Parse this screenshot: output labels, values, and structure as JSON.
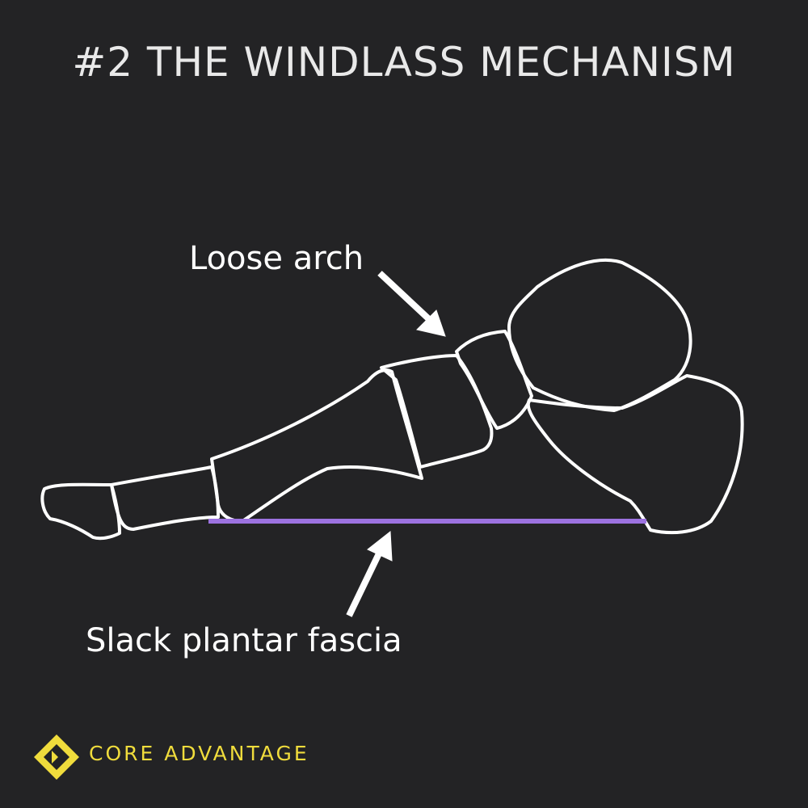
{
  "title": "#2 THE WINDLASS MECHANISM",
  "labels": {
    "arch": "Loose arch",
    "fascia": "Slack plantar fascia"
  },
  "brand": {
    "name": "CORE ADVANTAGE",
    "color": "#f0dc3c"
  },
  "colors": {
    "background": "#232325",
    "bone_outline": "#ffffff",
    "plantar_fascia": "#9c72e0"
  }
}
